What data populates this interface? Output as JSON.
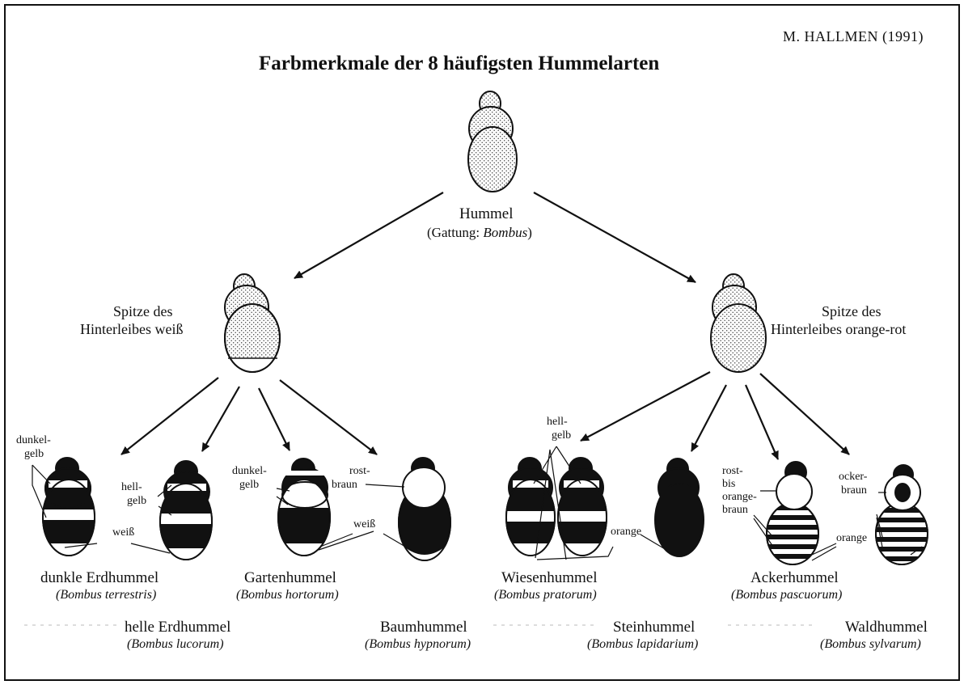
{
  "author": "M. HALLMEN (1991)",
  "title": "Farbmerkmale der 8 häufigsten Hummelarten",
  "genus": {
    "name": "Hummel",
    "sub": "(Gattung: ",
    "latin": "Bombus",
    "close": ")"
  },
  "groups": {
    "white": {
      "line1": "Spitze des",
      "line2": "Hinterleibes weiß"
    },
    "orange": {
      "line1": "Spitze des",
      "line2": "Hinterleibes orange-rot"
    }
  },
  "labels": {
    "dunkelgelb1_a": "dunkel-",
    "dunkelgelb1_b": "gelb",
    "hellgelb1_a": "hell-",
    "hellgelb1_b": "gelb",
    "weiss1": "weiß",
    "dunkelgelb2_a": "dunkel-",
    "dunkelgelb2_b": "gelb",
    "rostbraun_a": "rost-",
    "rostbraun_b": "braun",
    "weiss2": "weiß",
    "hellgelb2_a": "hell-",
    "hellgelb2_b": "gelb",
    "orange1": "orange",
    "rostorange_a": "rost-",
    "rostorange_b": "bis",
    "rostorange_c": "orange-",
    "rostorange_d": "braun",
    "ocker_a": "ocker-",
    "ocker_b": "braun",
    "orange2": "orange"
  },
  "species": [
    {
      "common": "dunkle Erdhummel",
      "latin": "(Bombus terrestris)"
    },
    {
      "common": "helle Erdhummel",
      "latin": "(Bombus lucorum)"
    },
    {
      "common": "Gartenhummel",
      "latin": "(Bombus hortorum)"
    },
    {
      "common": "Baumhummel",
      "latin": "(Bombus hypnorum)"
    },
    {
      "common": "Wiesenhummel",
      "latin": "(Bombus pratorum)"
    },
    {
      "common": "Steinhummel",
      "latin": "(Bombus lapidarium)"
    },
    {
      "common": "Ackerhummel",
      "latin": "(Bombus pascuorum)"
    },
    {
      "common": "Waldhummel",
      "latin": "(Bombus sylvarum)"
    }
  ],
  "colors": {
    "ink": "#111111",
    "paper": "#ffffff",
    "stipple": "#cfcfcf"
  }
}
